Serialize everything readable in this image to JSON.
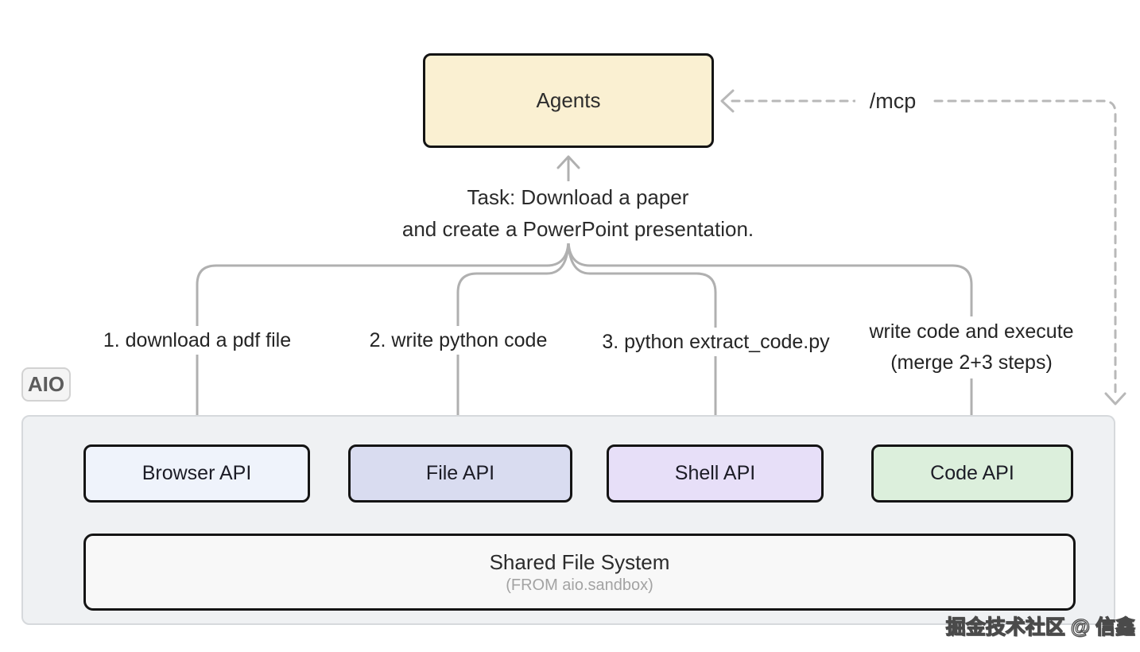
{
  "diagram": {
    "agents_box": {
      "label": "Agents"
    },
    "mcp_label": "/mcp",
    "task_text": {
      "line1": "Task: Download a paper",
      "line2": "and create a PowerPoint presentation."
    },
    "branches": [
      {
        "step_label": "1. download a pdf file",
        "target": "Browser API"
      },
      {
        "step_label": "2. write python code",
        "target": "File API"
      },
      {
        "step_label": "3. python extract_code.py",
        "target": "Shell API"
      },
      {
        "step_label_line1": "write code and execute",
        "step_label_line2": "(merge 2+3 steps)",
        "target": "Code API"
      }
    ],
    "aio_badge": "AIO",
    "sandbox": {
      "api_boxes": [
        {
          "label": "Browser API",
          "fill": "#eff3fb"
        },
        {
          "label": "File API",
          "fill": "#d9dcf0"
        },
        {
          "label": "Shell API",
          "fill": "#e7dff8"
        },
        {
          "label": "Code API",
          "fill": "#dcefdc"
        }
      ],
      "shared_fs": {
        "title": "Shared File System",
        "subtitle": "(FROM aio.sandbox)"
      }
    },
    "watermark": "掘金技术社区 @ 信鑫"
  },
  "colors": {
    "agents_fill": "#faf0d2",
    "sandbox_fill": "#eff1f3",
    "shared_fs_fill": "#f8f8f8",
    "node_border": "#141414",
    "connector_gray": "#b0b0b0",
    "dashed_gray": "#b8b8b8",
    "background": "#ffffff"
  }
}
